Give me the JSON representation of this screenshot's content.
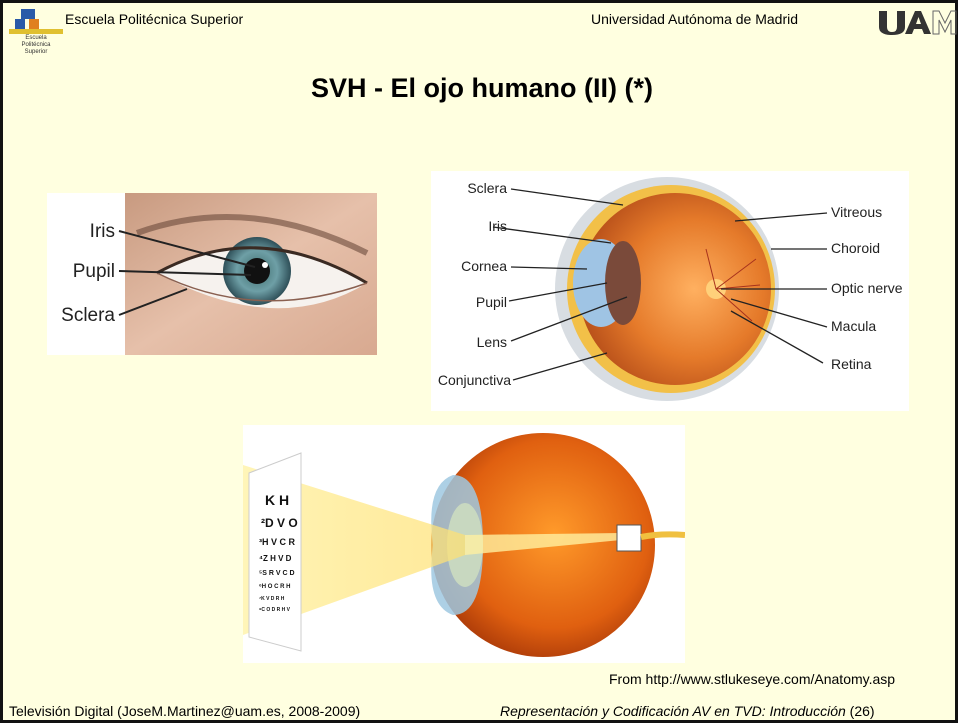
{
  "header": {
    "left": "Escuela Politécnica Superior",
    "right": "Universidad Autónoma de Madrid",
    "logo_left_lines": [
      "Escuela",
      "Politécnica",
      "Superior"
    ]
  },
  "title": "SVH - El ojo humano (II) (*)",
  "figure1": {
    "labels": [
      "Iris",
      "Pupil",
      "Sclera"
    ]
  },
  "figure2": {
    "labels_left": [
      "Sclera",
      "Iris",
      "Cornea",
      "Pupil",
      "Lens",
      "Conjunctiva"
    ],
    "labels_right": [
      "Vitreous",
      "Choroid",
      "Optic nerve",
      "Macula",
      "Retina"
    ]
  },
  "figure3": {
    "chart_rows": [
      "K H",
      "²D V O",
      "³H V C R",
      "⁴Z H V D",
      "⁵S R V C D",
      "⁶H O C R H",
      "⁷K V D R H",
      "⁸C O D R H V"
    ]
  },
  "credit": "From http://www.stlukeseye.com/Anatomy.asp",
  "footer": {
    "left": "Televisión Digital (JoseM.Martinez@uam.es, 2008-2009)",
    "right_italic": "Representación y Codificación AV en TVD: Introducción",
    "right_page": " (26)"
  }
}
